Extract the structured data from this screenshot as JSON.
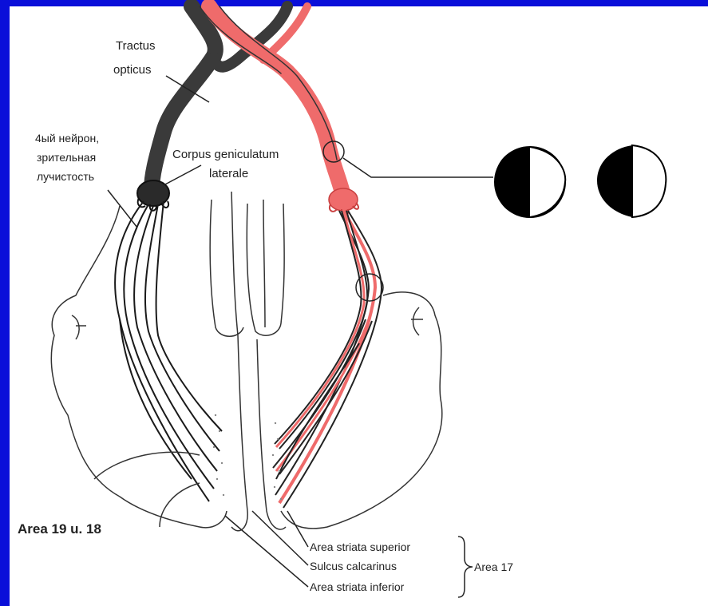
{
  "labels": {
    "tractus_opticus_line1": "Tractus",
    "tractus_opticus_line2": "opticus",
    "neuron_line1": "4ый нейрон,",
    "neuron_line2": "зрительная",
    "neuron_line3": "лучистость",
    "corpus_line1": "Corpus geniculatum",
    "corpus_line2": "laterale",
    "area_19_18": "Area 19 u. 18",
    "area_striata_superior": "Area striata superior",
    "sulcus_calcarinus": "Sulcus calcarinus",
    "area_striata_inferior": "Area striata inferior",
    "area_17": "Area 17"
  },
  "colors": {
    "background": "#0a0fd9",
    "panel": "#ffffff",
    "left_tract": "#3a3a3a",
    "right_tract": "#ef6b6b",
    "outline": "#333333",
    "field_black": "#000000"
  }
}
